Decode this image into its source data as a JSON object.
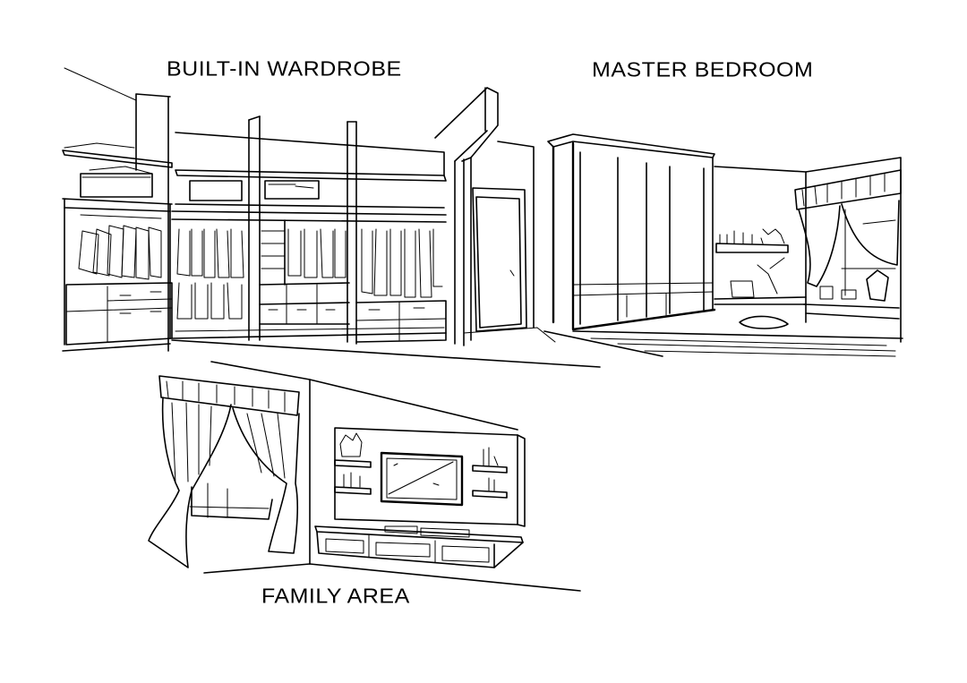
{
  "labels": {
    "wardrobe": "BUILT-IN WARDROBE",
    "bedroom": "MASTER BEDROOM",
    "family": "FAMILY AREA"
  },
  "style": {
    "ink": "#000000",
    "paper": "#ffffff"
  },
  "sketches": [
    "built-in-wardrobe-sketch",
    "master-bedroom-sketch",
    "family-area-sketch"
  ]
}
